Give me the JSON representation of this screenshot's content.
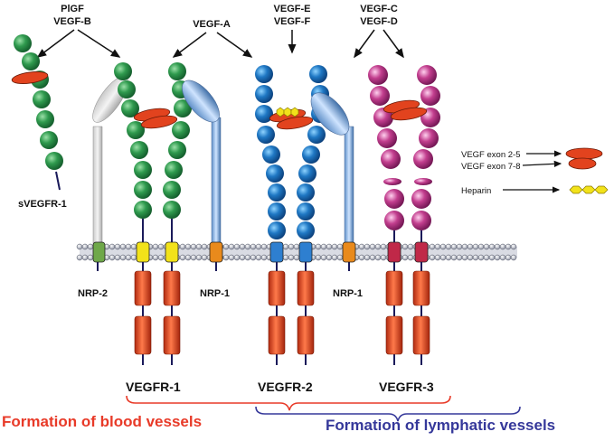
{
  "ligands": {
    "group1": {
      "line1": "PlGF",
      "line2": "VEGF-B"
    },
    "group2": {
      "line1": "VEGF-A"
    },
    "group3": {
      "line1": "VEGF-E",
      "line2": "VEGF-F"
    },
    "group4": {
      "line1": "VEGF-C",
      "line2": "VEGF-D"
    }
  },
  "labels": {
    "svegfr1": "sVEGFR-1",
    "nrp2": "NRP-2",
    "nrp1_left": "NRP-1",
    "nrp1_right": "NRP-1",
    "vegfr1": "VEGFR-1",
    "vegfr2": "VEGFR-2",
    "vegfr3": "VEGFR-3"
  },
  "legend": {
    "exon25": "VEGF exon 2-5",
    "exon78": "VEGF exon 7-8",
    "heparin": "Heparin"
  },
  "bottom": {
    "blood": "Formation of blood vessels",
    "lymph": "Formation of lymphatic vessels"
  },
  "colors": {
    "green": "#2f9a4e",
    "blue": "#1f78c4",
    "magenta": "#c23e8e",
    "red": "#e2431e",
    "yellow": "#f2e21a",
    "orange_tm": "#e98a1c",
    "blood_text": "#e83a28",
    "lymph_text": "#35389a"
  }
}
